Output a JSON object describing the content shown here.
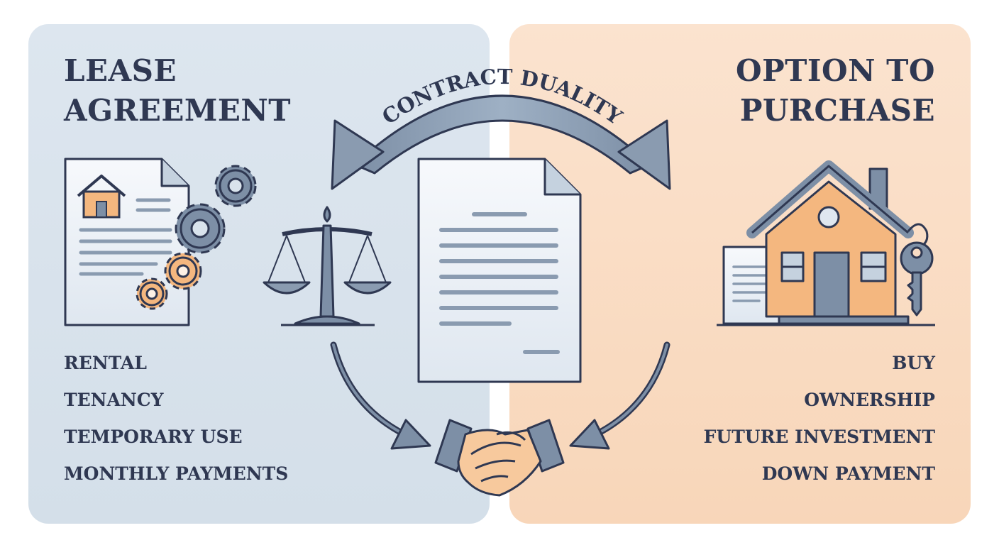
{
  "left": {
    "title_line1": "LEASE",
    "title_line2": "AGREEMENT",
    "terms": [
      "RENTAL",
      "TENANCY",
      "TEMPORARY USE",
      "MONTHLY PAYMENTS"
    ]
  },
  "right": {
    "title_line1": "OPTION TO",
    "title_line2": "PURCHASE",
    "terms": [
      "BUY",
      "OWNERSHIP",
      "FUTURE INVESTMENT",
      "DOWN PAYMENT"
    ]
  },
  "center": {
    "arc_label": "CONTRACT DUALITY"
  },
  "icons": {
    "left_document": "lease-document-icon",
    "gears": "gears-icon",
    "scales": "scales-of-justice-icon",
    "center_document": "contract-document-icon",
    "house": "house-icon",
    "key": "key-icon",
    "handshake": "handshake-icon"
  },
  "colors": {
    "left_panel": "#d9e3ec",
    "right_panel": "#f9dcc4",
    "ink": "#2f3852",
    "steel": "#6f8299",
    "orange": "#f4b77f"
  }
}
